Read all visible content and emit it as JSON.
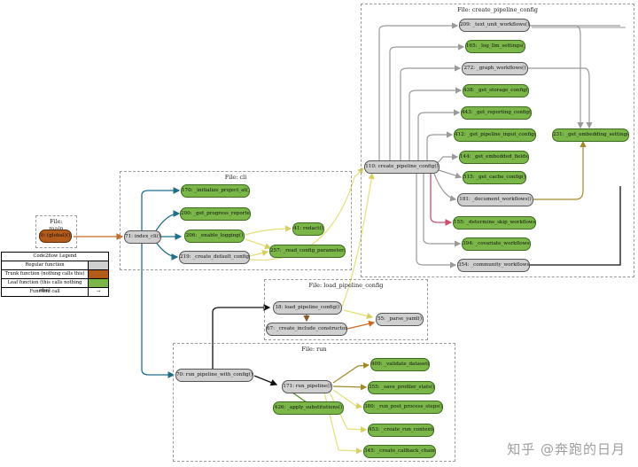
{
  "colors": {
    "trunk": "#b25b1a",
    "regular": "#cfcfcf",
    "leaf": "#7ab648",
    "edge_teal": "#1f6e8c",
    "edge_yellow": "#e3e07a",
    "edge_grey": "#9a9a9a",
    "edge_pink": "#c8506e",
    "edge_black": "#111111",
    "edge_orange": "#c96a22",
    "edge_olive": "#a08a2a",
    "edge_brown": "#8a5a2a",
    "edge_green": "#4a8a2a"
  },
  "clusters": [
    {
      "id": "main",
      "title": "File: __main__"
    },
    {
      "id": "cli",
      "title": "File: cli"
    },
    {
      "id": "create_pipeline_config",
      "title": "File: create_pipeline_config"
    },
    {
      "id": "load_pipeline_config",
      "title": "File: load_pipeline_config"
    },
    {
      "id": "run",
      "title": "File: run"
    }
  ],
  "nodes": [
    {
      "id": "global",
      "label": "0: (global)()",
      "kind": "trunk"
    },
    {
      "id": "index_cli",
      "label": "71: index_cli()",
      "kind": "regular"
    },
    {
      "id": "initialize_project_at",
      "label": "170: _initialize_project_at()",
      "kind": "leaf"
    },
    {
      "id": "get_progress_reporter",
      "label": "200: _get_progress_reporter()",
      "kind": "leaf"
    },
    {
      "id": "enable_logging",
      "label": "206: _enable_logging()",
      "kind": "leaf"
    },
    {
      "id": "redact",
      "label": "41: redact()",
      "kind": "leaf"
    },
    {
      "id": "create_default_config",
      "label": "219: _create_default_config()",
      "kind": "regular"
    },
    {
      "id": "read_config_parameters",
      "label": "257: _read_config_parameters()",
      "kind": "leaf"
    },
    {
      "id": "text_unit_workflows",
      "label": "209: _text_unit_workflows()",
      "kind": "regular"
    },
    {
      "id": "log_llm_settings",
      "label": "165: _log_llm_settings()",
      "kind": "leaf"
    },
    {
      "id": "graph_workflows",
      "label": "272: _graph_workflows()",
      "kind": "regular"
    },
    {
      "id": "get_storage_config",
      "label": "438: _get_storage_config()",
      "kind": "leaf"
    },
    {
      "id": "get_reporting_config",
      "label": "443: _get_reporting_config()",
      "kind": "leaf"
    },
    {
      "id": "get_pipeline_input_config",
      "label": "412: _get_pipeline_input_config()",
      "kind": "leaf"
    },
    {
      "id": "get_embedded_fields",
      "label": "144: _get_embedded_fields()",
      "kind": "leaf"
    },
    {
      "id": "get_cache_config",
      "label": "515: _get_cache_config()",
      "kind": "leaf"
    },
    {
      "id": "create_pipeline_config",
      "label": "110: create_pipeline_config()",
      "kind": "regular"
    },
    {
      "id": "document_workflows",
      "label": "181: _document_workflows()",
      "kind": "regular"
    },
    {
      "id": "get_embedding_settings",
      "label": "231: _get_embedding_settings()",
      "kind": "leaf"
    },
    {
      "id": "determine_skip_workflows",
      "label": "155: _determine_skip_workflows()",
      "kind": "leaf"
    },
    {
      "id": "covariate_workflows",
      "label": "394: _covariate_workflows()",
      "kind": "leaf"
    },
    {
      "id": "community_workflows",
      "label": "354: _community_workflows()",
      "kind": "regular"
    },
    {
      "id": "load_pipeline_config",
      "label": "18: load_pipeline_config()",
      "kind": "regular"
    },
    {
      "id": "parse_yaml",
      "label": "55: _parse_yaml()",
      "kind": "regular"
    },
    {
      "id": "create_include_constructor",
      "label": "67: _create_include_constructor()",
      "kind": "regular"
    },
    {
      "id": "run_pipeline_with_config",
      "label": "70: run_pipeline_with_config()",
      "kind": "regular"
    },
    {
      "id": "run_pipeline",
      "label": "171: run_pipeline()",
      "kind": "regular"
    },
    {
      "id": "apply_substitutions",
      "label": "426: _apply_substitutions()",
      "kind": "leaf"
    },
    {
      "id": "validate_dataset",
      "label": "409: _validate_dataset()",
      "kind": "leaf"
    },
    {
      "id": "save_profiler_stats",
      "label": "355: _save_profiler_stats()",
      "kind": "leaf"
    },
    {
      "id": "run_post_process_steps",
      "label": "380: _run_post_process_steps()",
      "kind": "leaf"
    },
    {
      "id": "create_run_context",
      "label": "453: _create_run_context()",
      "kind": "leaf"
    },
    {
      "id": "create_callback_chain",
      "label": "345: _create_callback_chain()",
      "kind": "leaf"
    }
  ],
  "legend": {
    "title": "Code2flow Legend",
    "regular": "Regular function",
    "trunk": "Trunk function (nothing calls this)",
    "leaf": "Leaf function (this calls nothing else)",
    "call": "Function call",
    "arrow": "→"
  },
  "watermark": "知乎 @奔跑的日月"
}
